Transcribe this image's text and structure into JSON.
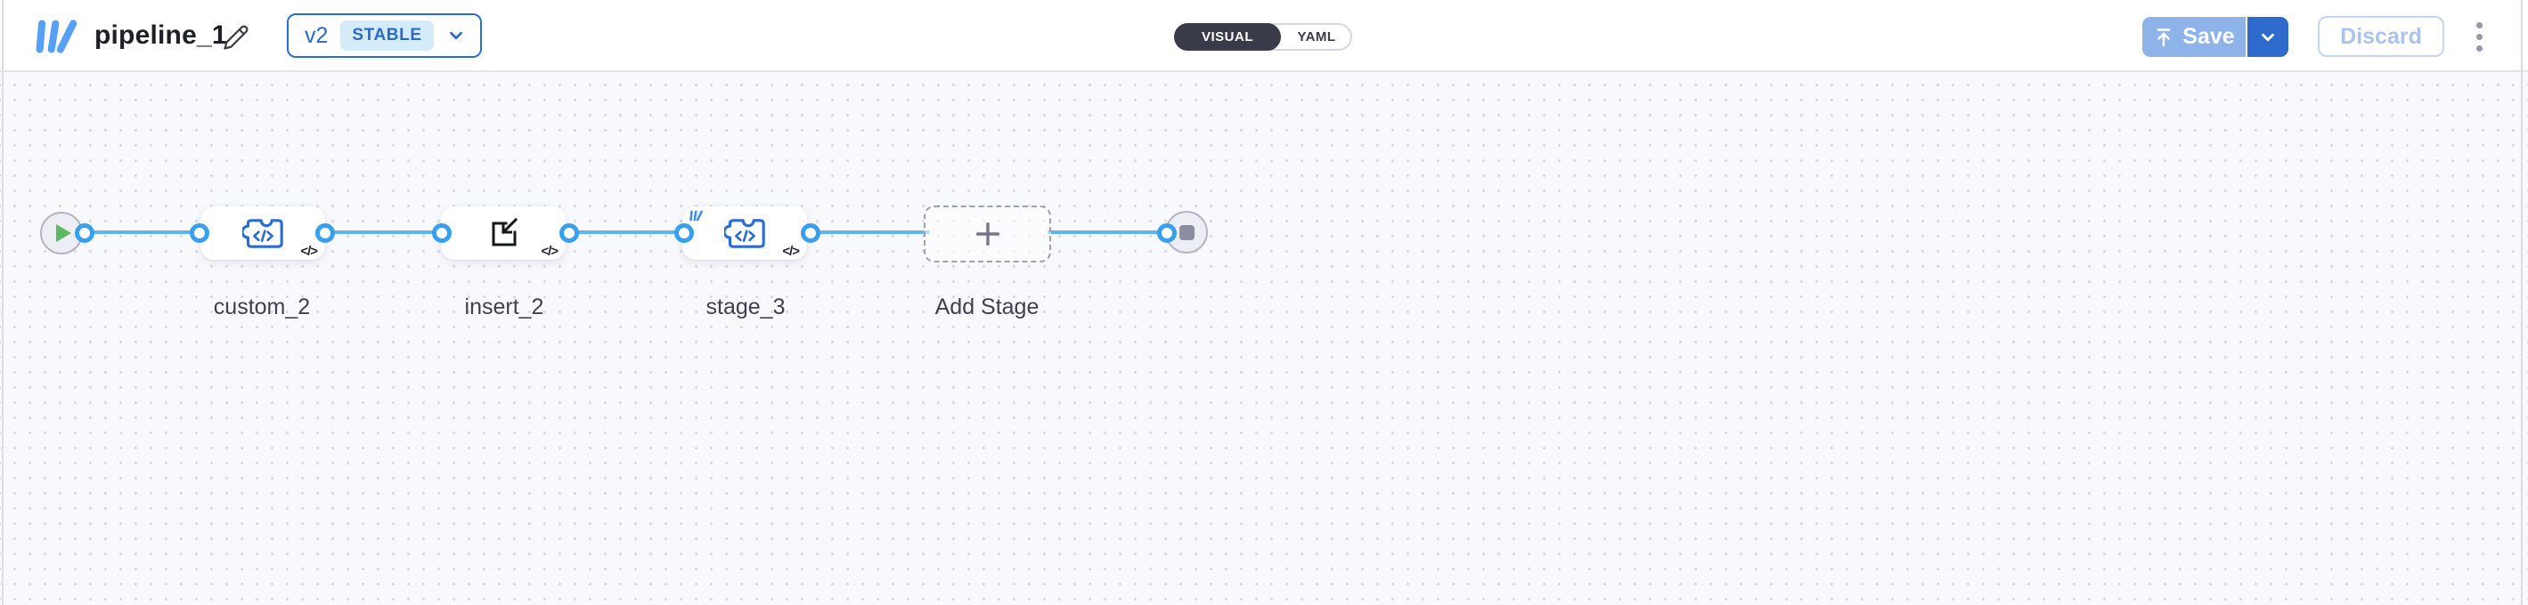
{
  "header": {
    "title": "pipeline_1",
    "version": {
      "label": "v2",
      "badge": "STABLE"
    },
    "tabs": {
      "visual": "VISUAL",
      "yaml": "YAML"
    },
    "save_label": "Save",
    "discard_label": "Discard"
  },
  "pipeline": {
    "stages": [
      {
        "name": "custom_2",
        "icon": "plugin-code-icon"
      },
      {
        "name": "insert_2",
        "icon": "import-icon"
      },
      {
        "name": "stage_3",
        "icon": "plugin-code-icon",
        "badge": "logo-icon"
      }
    ],
    "add_stage_label": "Add Stage"
  },
  "icons": {
    "code": "</>"
  },
  "colors": {
    "primary_blue": "#2e6bcd",
    "save_disabled_blue": "#8db3e9",
    "edge_blue": "#5eb3f3",
    "port_blue": "#38a0ee",
    "logo_blue": "#57a0f7",
    "icon_blue": "#2b6cd0",
    "badge_bg": "#d4ebfa",
    "toggle_dark": "#3a3b49",
    "play_green": "#5cb862",
    "stop_gray": "#8b8da2",
    "canvas_bg": "#f8f9fc"
  }
}
